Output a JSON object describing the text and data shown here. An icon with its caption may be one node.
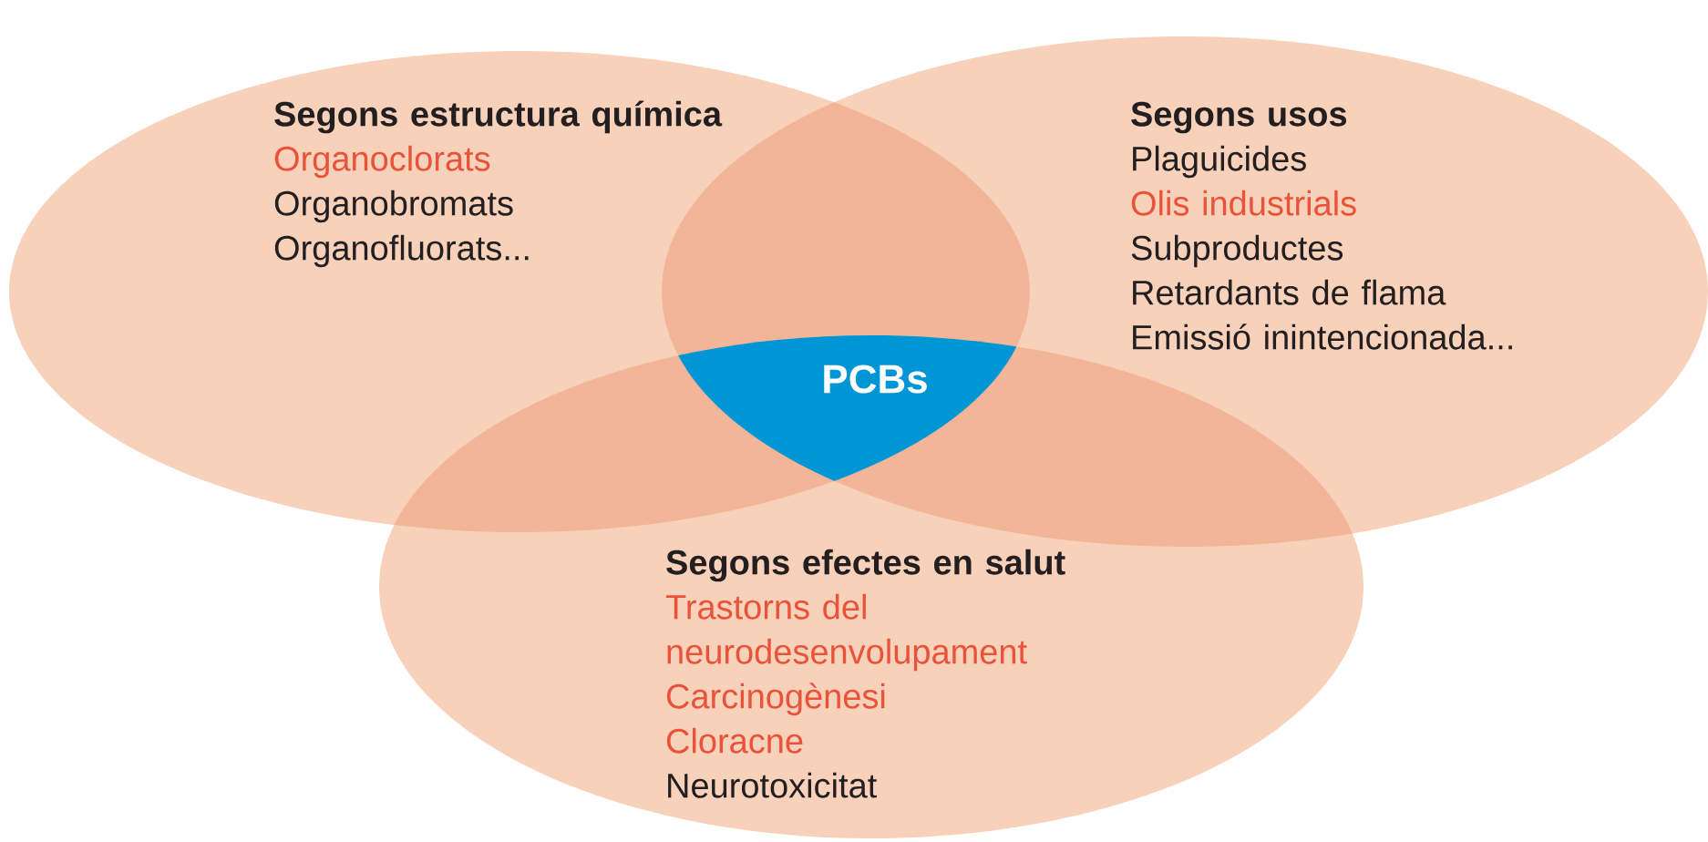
{
  "diagram": {
    "nodes": [
      {
        "text": [
          "Segons estructura química",
          "Organoclorats",
          "Organobromats",
          "Organofluorats..."
        ]
      },
      {
        "text": [
          "Segons usos",
          "Plaguicides",
          "Olis industrials",
          "Subproductes",
          "Retardants de flama",
          "Emissió inintencionada..."
        ]
      },
      {
        "text": [
          "Segons efectes en salut",
          "Trastorns del neurodesenvolupament",
          "Carcinogènesi",
          "Cloracne",
          "Neurotoxicitat"
        ]
      },
      {
        "text": [
          "PCBs"
        ]
      }
    ],
    "edges": []
  }
}
